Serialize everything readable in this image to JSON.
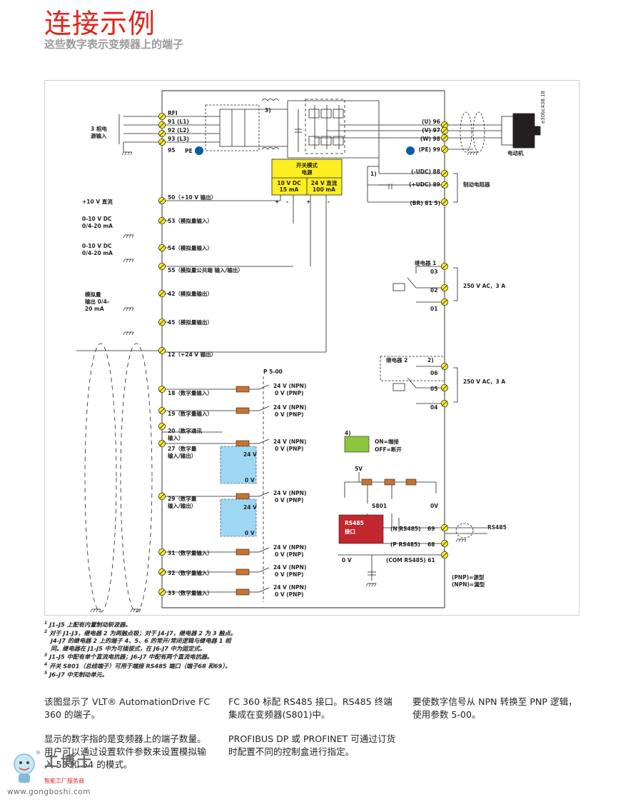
{
  "header": {
    "title": "连接示例",
    "subtitle": "这些数字表示变频器上的端子"
  },
  "diagram": {
    "code": "e30bc438.18",
    "left_labels": {
      "mains_input": [
        "3 相电",
        "源输入"
      ],
      "dc_10v": "+10 V 直流",
      "ai53": [
        "0-10 V DC",
        "0/4-20 mA"
      ],
      "ai54": [
        "0-10 V DC",
        "0/4-20 mA"
      ],
      "analog_out": [
        "模拟量",
        "输出 0/4–",
        "20 mA"
      ]
    },
    "terminals_left": {
      "rfi": "RFI",
      "t91": "91 (L1)",
      "t92": "92 (L2)",
      "t93": "93 (L3)",
      "t95": "95",
      "pe": "PE",
      "t50": "50（+10 V 输出）",
      "t53": "53（模拟量输入）",
      "t54": "54（模拟量输入）",
      "t55": "55（模拟量公共端 输入/输出）",
      "t42": "42（模拟量输出）",
      "t45": "45（模拟量输出）",
      "t12": "12（+24 V 输出）",
      "t18": "18（数字量输入）",
      "t19": "19（数字量输入）",
      "t20": [
        "20（数字通讯",
        "输入）"
      ],
      "t27": [
        "27（数字量",
        "输入/输出）"
      ],
      "t29": [
        "29（数字量",
        "输入/输出）"
      ],
      "t31": "31（数字量输入）",
      "t32": "32（数字量输入）",
      "t33": "33（数字量输入）"
    },
    "power_supply": {
      "title": [
        "开关模式",
        "电源"
      ],
      "left": [
        "10 V DC",
        "15 mA"
      ],
      "right": [
        "24 V 直流",
        "100 mA"
      ],
      "plus": "+",
      "minus": "-"
    },
    "note_refs": {
      "n1": "1)",
      "n2": "2)",
      "n3": "3)",
      "n4": "4)"
    },
    "p500": "P 5-00",
    "npn": "24 V (NPN)",
    "pnp": "0 V (PNP)",
    "v24": "24 V",
    "v0": "0 V",
    "terminals_right": {
      "u96": "(U) 96",
      "v97": "(V) 97",
      "w98": "(W) 98",
      "pe99": "(PE) 99",
      "udc88": "(-UDC) 88",
      "udc89": "(+UDC) 89",
      "br81": "(BR) 81 5)",
      "motor": "电动机",
      "brake": "制动电阻器"
    },
    "relays": {
      "relay1": "继电器 1",
      "relay2": "继电器 2",
      "r1_03": "03",
      "r1_02": "02",
      "r1_01": "01",
      "r2_06": "06",
      "r2_05": "05",
      "r2_04": "04",
      "rating": "250 V AC，3 A"
    },
    "switch_legend": {
      "on": "ON=端接",
      "off": "OFF=断开"
    },
    "rs485": {
      "v5": "5V",
      "s801": "S801",
      "ov": "0V",
      "label": [
        "RS485",
        "接口"
      ],
      "n": "(N RS485)",
      "p": "(P RS485)",
      "com": "(COM RS485) 61",
      "t69": "69",
      "t68": "68",
      "bus": "RS485",
      "zero": "0 V",
      "pnp": "(PNP)=源型",
      "npn": "(NPN)=漏型"
    }
  },
  "notes": [
    "J1–J5 上配有内置制动斩波器。",
    "对于 J1-J3，继电器 2 为两触点极；对于 J4-J7，继电器 2 为 3 触点。",
    "J4-J7 的继电器 2 上的端子 4、5、6 的常开/常闭逻辑与继电器 1 相",
    "同。继电器在 J1-J5 中为可插拔式，在 J6-J7 中为固定式。",
    "J1–J5 中配有单个直流电抗器；J6–J7 中配有两个直流电抗器。",
    "开关 S801（总线端子）可用于端接 RS485 端口（端子68 和69）。",
    "J6–J7 中无制动单元。"
  ],
  "note_nums": [
    "1",
    "2",
    "3",
    "4",
    "5"
  ],
  "body": {
    "col1_p1": "该图显示了 VLT® AutomationDrive FC 360 的端子。",
    "col1_p2": "显示的数字指的是变频器上的端子数量。用户可以通过设置软件参数来设置模拟输入 53 和 54 的模式。",
    "col2_p1": "FC 360 标配 RS485 接口。RS485 终端集成在变频器(S801)中。",
    "col2_p2": "PROFIBUS DP 或 PROFINET 可通过订货时配置不同的控制盒进行指定。",
    "col3_p1": "要使数字信号从 NPN 转换至 PNP 逻辑，使用参数 5-00。"
  },
  "watermark": {
    "name": "工博士",
    "tagline": "智能工厂服务商",
    "url": "www.gongboshi.com",
    "reg": "®"
  },
  "colors": {
    "accent": "#e2231a",
    "psu_yellow": "#fcee21",
    "relay_blue": "#9ed7f3",
    "switch_green": "#8cc63f",
    "rs485_red": "#c1272d",
    "resistor": "#c8732f"
  }
}
